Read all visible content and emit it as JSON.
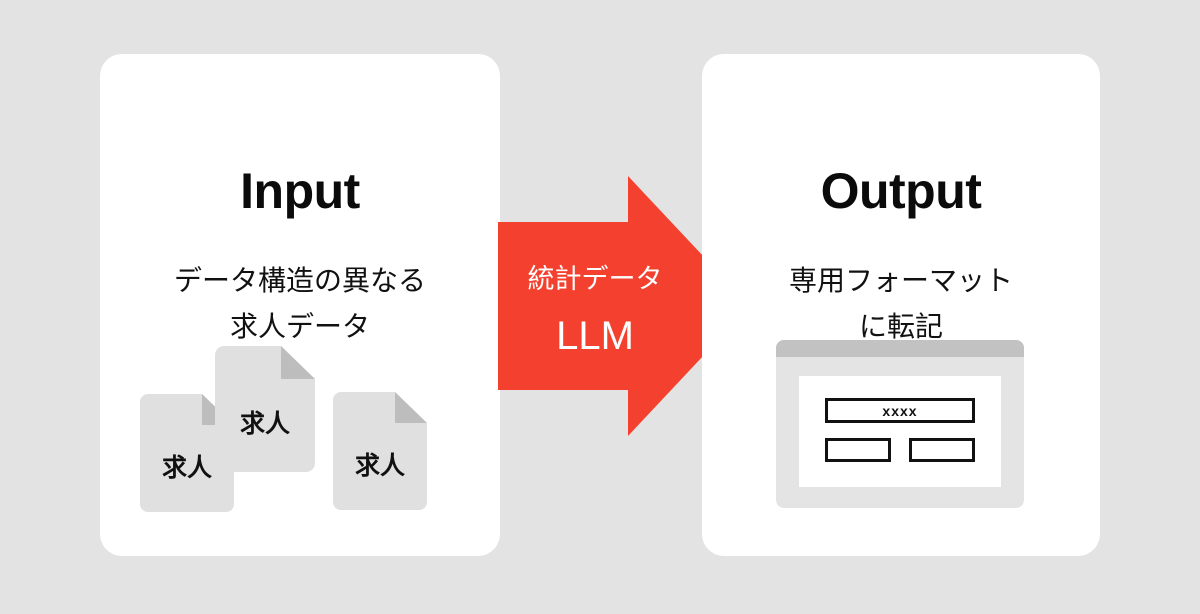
{
  "background_color": "#e3e3e3",
  "accent_color": "#f4402e",
  "input": {
    "title": "Input",
    "subtitle_line1": "データ構造の異なる",
    "subtitle_line2": "求人データ",
    "documents": [
      {
        "label": "求人"
      },
      {
        "label": "求人"
      },
      {
        "label": "求人"
      }
    ]
  },
  "arrow": {
    "label_top": "統計データ",
    "label_bottom": "LLM",
    "color": "#f4402e",
    "text_color": "#ffffff",
    "direction": "right"
  },
  "output": {
    "title": "Output",
    "subtitle_line1": "専用フォーマット",
    "subtitle_line2": "に転記",
    "window": {
      "main_field_value": "xxxx",
      "field_a_value": "",
      "field_b_value": ""
    }
  }
}
